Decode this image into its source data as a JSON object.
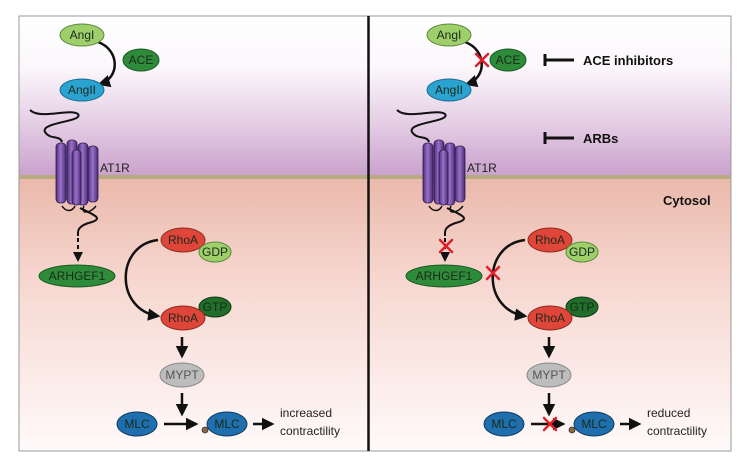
{
  "molecules": {
    "angI": "AngI",
    "ace": "ACE",
    "angII": "AngII",
    "at1r": "AT1R",
    "arhgef1": "ARHGEF1",
    "rhoa": "RhoA",
    "gdp": "GDP",
    "gtp": "GTP",
    "mypt": "MYPT",
    "mlc": "MLC"
  },
  "left_panel": {
    "outcome_line1": "increased",
    "outcome_line2": "contractility"
  },
  "right_panel": {
    "outcome_line1": "reduced",
    "outcome_line2": "contractility",
    "ace_inhibitors": "ACE inhibitors",
    "arbs": "ARBs",
    "cytosol": "Cytosol"
  },
  "colors": {
    "angI": "#9fcf6a",
    "ace": "#2e8b3a",
    "angII": "#2aa3d0",
    "receptor": "#7a4fa8",
    "arhgef1": "#2e8b3a",
    "rhoa": "#e0453a",
    "gdp": "#9fcf6a",
    "gtp": "#1f6e2a",
    "mypt": "#bdbdbd",
    "mlc": "#1f6fae",
    "block_x": "#e0202a",
    "membrane": "#b5aa80"
  }
}
